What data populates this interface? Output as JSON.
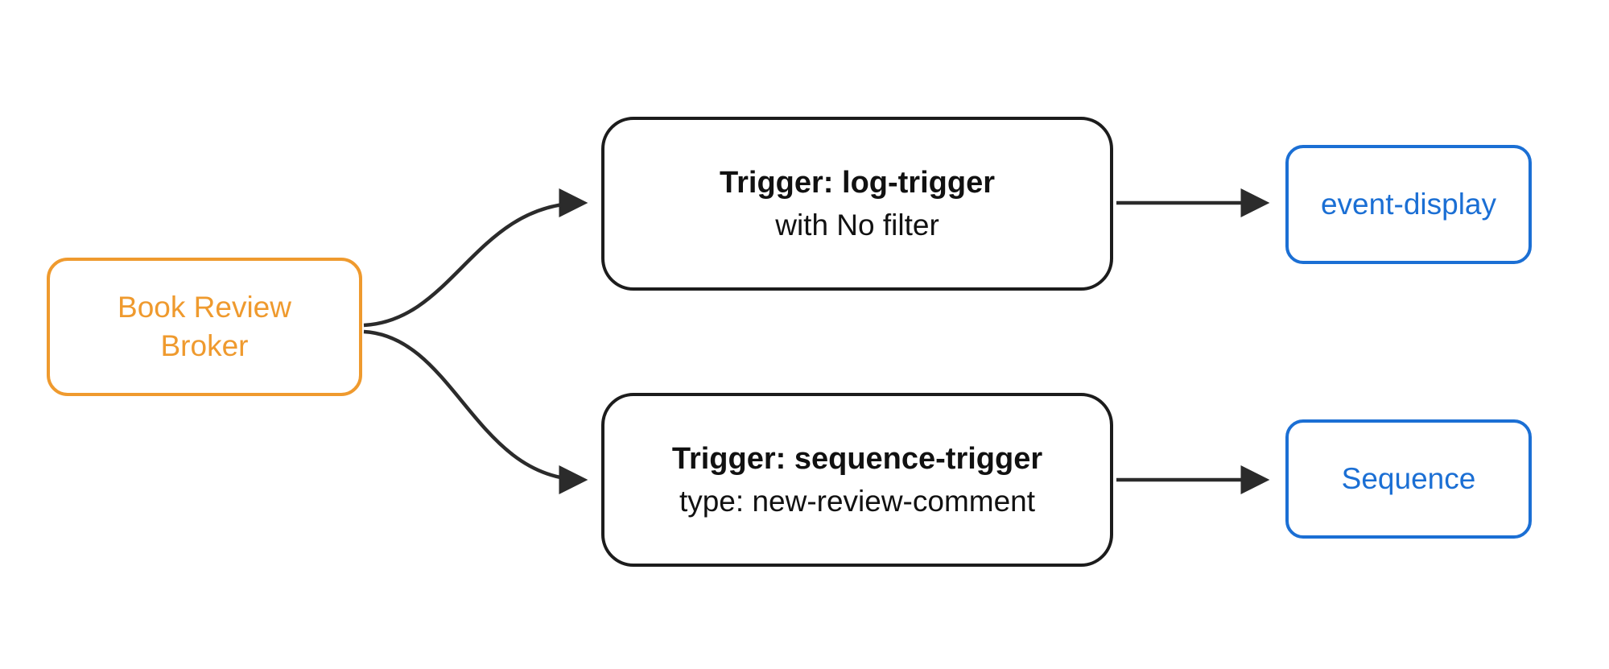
{
  "diagram": {
    "broker": {
      "label": "Book Review Broker"
    },
    "triggers": [
      {
        "title": "Trigger: log-trigger",
        "subtitle": "with No filter"
      },
      {
        "title": "Trigger: sequence-trigger",
        "subtitle": "type: new-review-comment"
      }
    ],
    "sinks": [
      {
        "label": "event-display"
      },
      {
        "label": "Sequence"
      }
    ],
    "colors": {
      "broker_accent": "#EF9A2E",
      "sink_accent": "#1B6FD4",
      "node_border": "#1C1C1C",
      "edge": "#2B2B2B",
      "background": "#FFFFFF"
    }
  }
}
